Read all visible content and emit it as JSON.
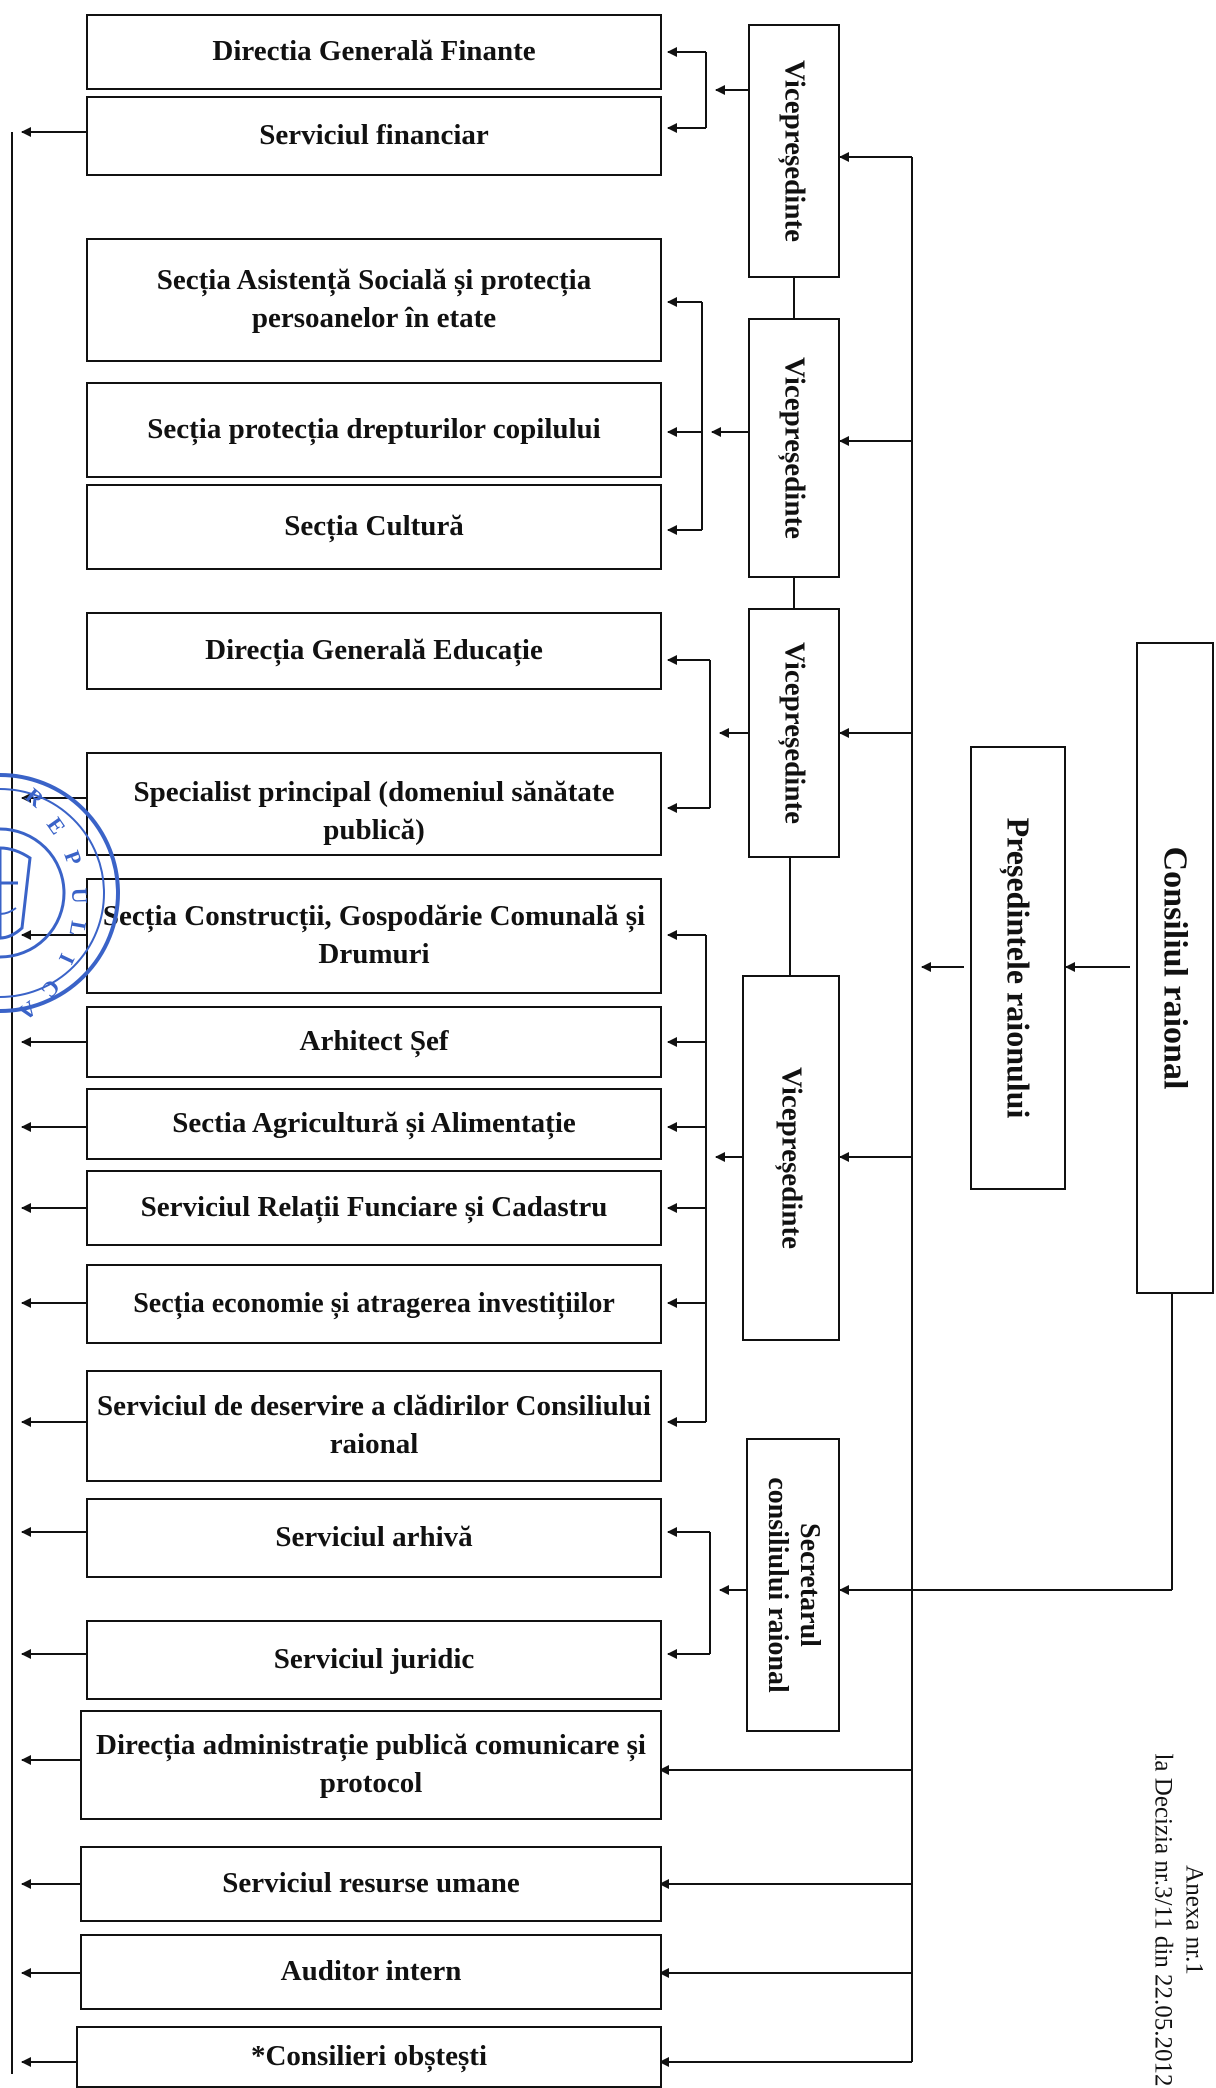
{
  "boxes": {
    "directia_finante": "Directia Generală Finante",
    "serviciul_financiar": "Serviciul financiar",
    "sectia_asistenta": "Secția Asistență Socială și protecția persoanelor în etate",
    "sectia_copil": "Secția protecția drepturilor copilului",
    "sectia_cultura": "Secția Cultură",
    "directia_educatie": "Direcția  Generală Educație",
    "specialist_principal": "Specialist principal (domeniul sănătate publică)",
    "sectia_constructii": "Secția Construcții, Gospodărie Comunală și Drumuri",
    "arhitect_sef": "Arhitect Șef",
    "sectia_agricultura": "Sectia Agricultură și Alimentație",
    "serviciul_funciare": "Serviciul Relații Funciare și Cadastru",
    "sectia_economie": "Secția economie și atragerea investițiilor",
    "serviciul_deservire": "Serviciul de deservire a clădirilor Consiliului raional",
    "serviciul_arhiva": "Serviciul arhivă",
    "serviciul_juridic": "Serviciul juridic",
    "directia_administratie": "Direcția administrație publică comunicare și protocol",
    "serviciul_resurse": "Serviciul resurse umane",
    "auditor_intern": "Auditor intern",
    "consilieri_obstesti": "*Consilieri obștești"
  },
  "vertical_boxes": {
    "vicepresedinte_1": "Vicepreședinte",
    "vicepresedinte_2": "Vicepreședinte",
    "vicepresedinte_3": "Vicepreședinte",
    "vicepresedinte_4": "Vicepreședinte",
    "secretarul_line1": "Secretarul",
    "secretarul_line2": "consiliului raional",
    "presedintele": "Președintele raionului",
    "consiliul": "Consiliul raional"
  },
  "annex": {
    "line1": "Anexa nr.1",
    "line2": "la Decizia nr.3/11 din 22.05.2012"
  },
  "seal": {
    "text": "REPUBLICA MOLDOVA",
    "color": "#3a63c8"
  },
  "colors": {
    "line": "#111111",
    "box_border": "#111111"
  }
}
